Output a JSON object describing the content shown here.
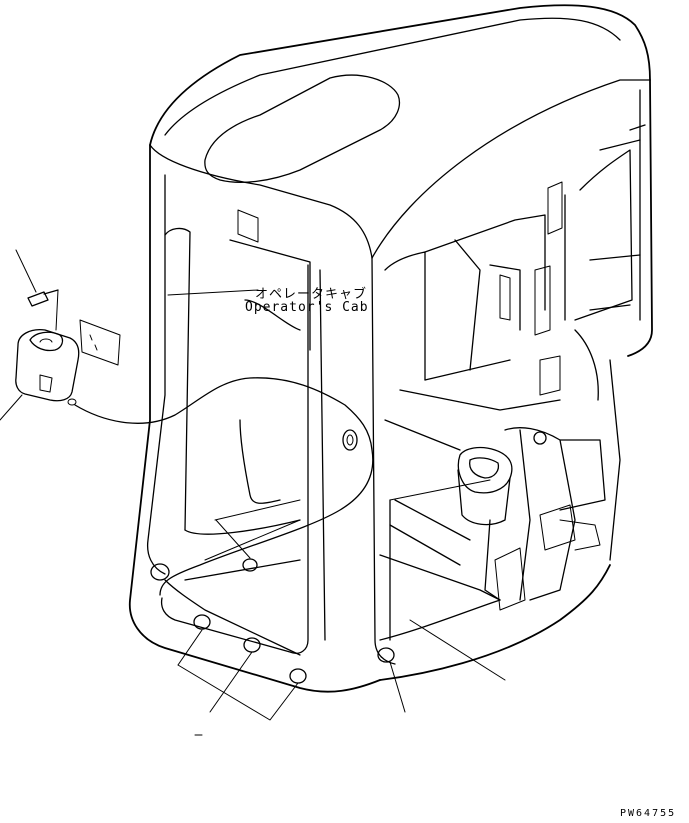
{
  "callout": {
    "japanese": "オペレータキャブ",
    "english": "Operator's Cab"
  },
  "drawing_code": "PW64755"
}
